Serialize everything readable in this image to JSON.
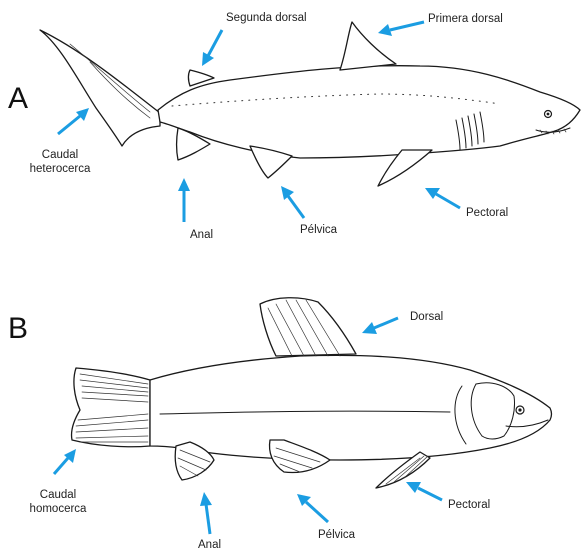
{
  "panels": [
    {
      "letter": "A",
      "labels": {
        "segunda_dorsal": "Segunda dorsal",
        "primera_dorsal": "Primera dorsal",
        "caudal_1": "Caudal",
        "caudal_2": "heterocerca",
        "anal": "Anal",
        "pelvica": "Pélvica",
        "pectoral": "Pectoral"
      }
    },
    {
      "letter": "B",
      "labels": {
        "dorsal": "Dorsal",
        "caudal_1": "Caudal",
        "caudal_2": "homocerca",
        "anal": "Anal",
        "pelvica": "Pélvica",
        "pectoral": "Pectoral"
      }
    }
  ],
  "colors": {
    "arrow": "#1b9de2",
    "outline": "#1a1a1a"
  }
}
